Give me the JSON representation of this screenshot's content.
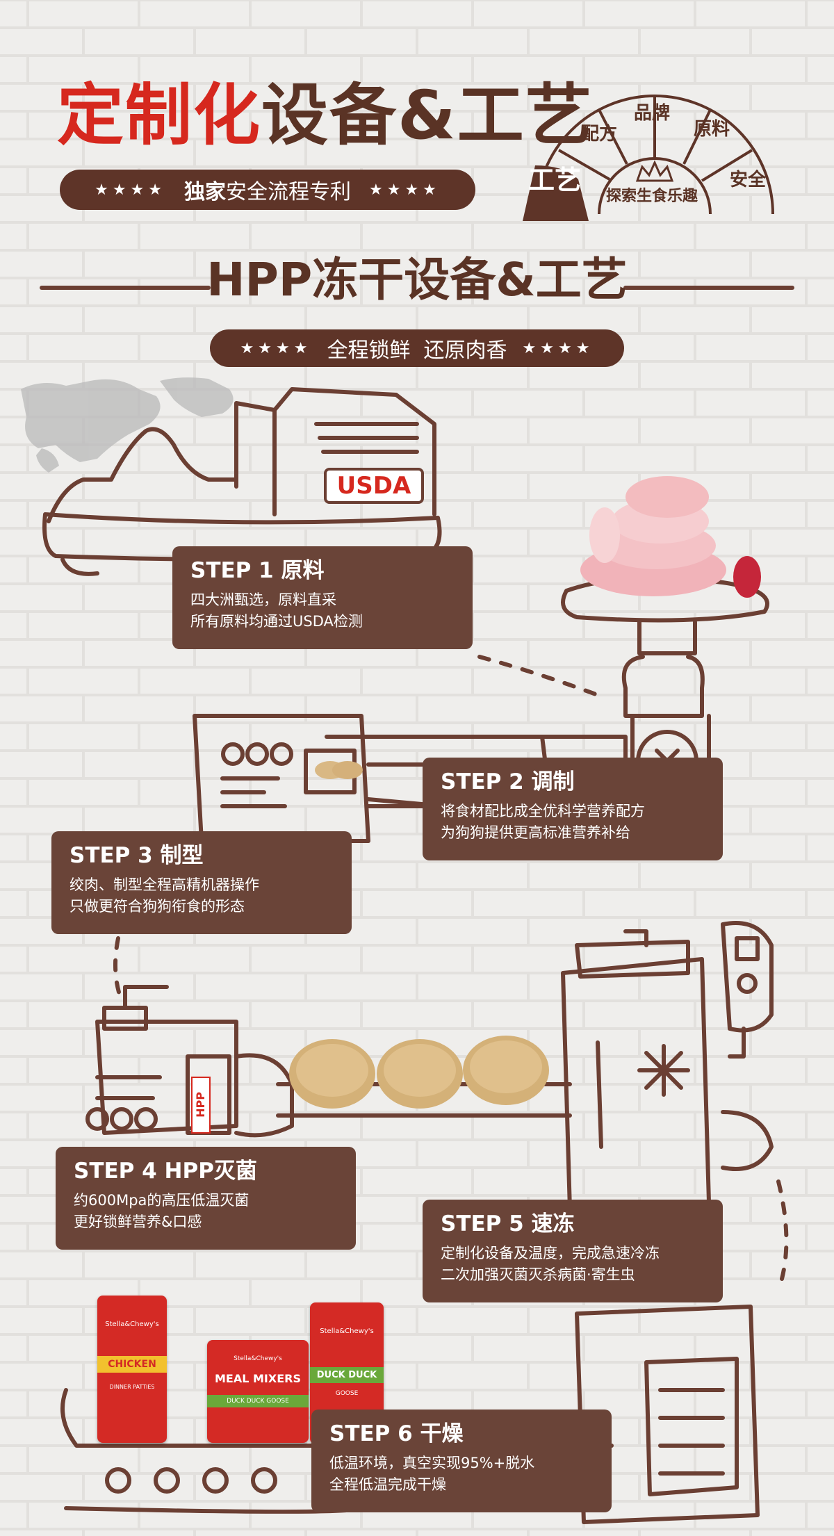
{
  "header": {
    "title_red": "定制化",
    "title_brown": "设备&工艺",
    "patent_pill": {
      "stars_left": "★★★★",
      "bold": "独家",
      "text": "安全流程专利",
      "stars_right": "★★★★"
    }
  },
  "badge": {
    "center": "工艺",
    "segments": [
      "配方",
      "品牌",
      "原料",
      "安全"
    ],
    "caption": "探索生食乐趣"
  },
  "section": {
    "title": "HPP冻干设备&工艺",
    "pill": {
      "stars_left": "★★★★",
      "text": "全程锁鲜  还原肉香",
      "stars_right": "★★★★"
    }
  },
  "illustration": {
    "usda_label": "USDA",
    "hpp_label": "HPP"
  },
  "steps": [
    {
      "title": "STEP 1 原料",
      "line1": "四大洲甄选，原料直采",
      "line2": "所有原料均通过USDA检测"
    },
    {
      "title": "STEP 2 调制",
      "line1": "将食材配比成全优科学营养配方",
      "line2": "为狗狗提供更高标准营养补给"
    },
    {
      "title": "STEP 3 制型",
      "line1": "绞肉、制型全程高精机器操作",
      "line2": "只做更符合狗狗衔食的形态"
    },
    {
      "title": "STEP 4 HPP灭菌",
      "line1": "约600Mpa的高压低温灭菌",
      "line2": "更好锁鲜营养&口感"
    },
    {
      "title": "STEP 5 速冻",
      "line1": "定制化设备及温度，完成急速冷冻",
      "line2": "二次加强灭菌灭杀病菌·寄生虫"
    },
    {
      "title": "STEP 6 干燥",
      "line1": "低温环境，真空实现95%+脱水",
      "line2": "全程低温完成干燥"
    }
  ],
  "products": [
    {
      "brand": "Stella&Chewy's",
      "name": "CHICKEN",
      "sub": "DINNER PATTIES",
      "band": "#f2c12e"
    },
    {
      "brand": "Stella&Chewy's",
      "name": "MEAL MIXERS",
      "sub": "DUCK DUCK GOOSE",
      "band": "#6aa83a"
    },
    {
      "brand": "Stella&Chewy's",
      "name": "DUCK DUCK",
      "sub": "GOOSE",
      "band": "#6aa83a"
    }
  ],
  "colors": {
    "brand_red": "#d6281e",
    "brown": "#5a3325",
    "step_box": "#6a4438"
  }
}
